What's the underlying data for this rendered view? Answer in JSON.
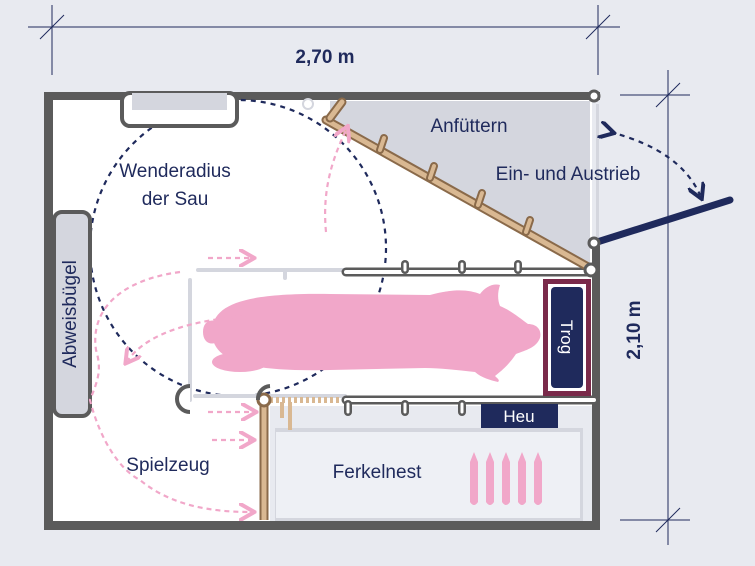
{
  "dimensions": {
    "width_label": "2,70 m",
    "height_label": "2,10 m"
  },
  "labels": {
    "wenderadius_line1": "Wenderadius",
    "wenderadius_line2": "der Sau",
    "anfuettern": "Anfüttern",
    "ein_austrieb": "Ein- und Austrieb",
    "abweisbuegel": "Abweisbügel",
    "trog": "Trog",
    "heu": "Heu",
    "spielzeug": "Spielzeug",
    "ferkelnest": "Ferkelnest"
  },
  "colors": {
    "background": "#e8eaf0",
    "wall": "#5b5b5b",
    "floor": "#ffffff",
    "grey_zone": "#d4d6de",
    "navy": "#1f2a5c",
    "pink": "#f1a7c9",
    "wood": "#d9b892",
    "trough_frame": "#7a2a4a"
  }
}
